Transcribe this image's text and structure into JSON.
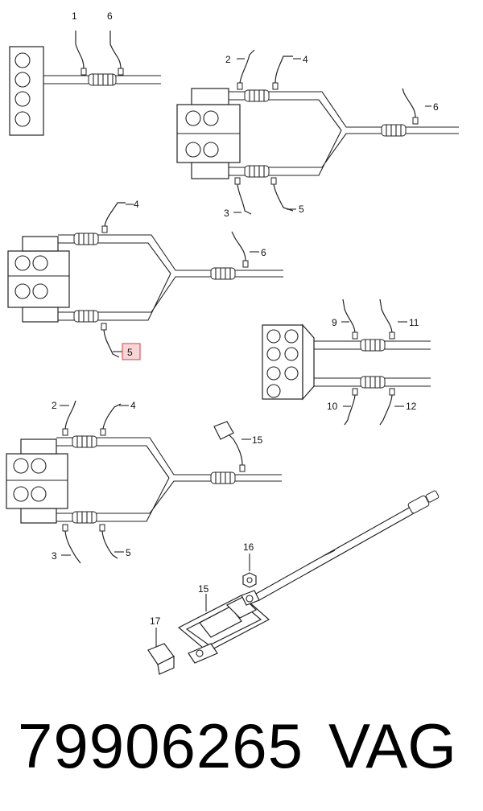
{
  "diagram": {
    "callouts": {
      "p1_1": "1",
      "p1_6": "6",
      "p2_2": "2",
      "p2_4": "4",
      "p2_6": "6",
      "p2_3": "3",
      "p2_5": "5",
      "p3_4": "4",
      "p3_6": "6",
      "p3_5": "5",
      "p4_9": "9",
      "p4_11": "11",
      "p4_10": "10",
      "p4_12": "12",
      "p5_2": "2",
      "p5_4": "4",
      "p5_15": "15",
      "p5_3": "3",
      "p5_5": "5",
      "p6_16": "16",
      "p6_15": "15",
      "p6_17": "17"
    },
    "highlighted_callout": "5",
    "highlight_color": "#d04040"
  },
  "caption": {
    "part_number": "79906265",
    "brand": "VAG"
  }
}
